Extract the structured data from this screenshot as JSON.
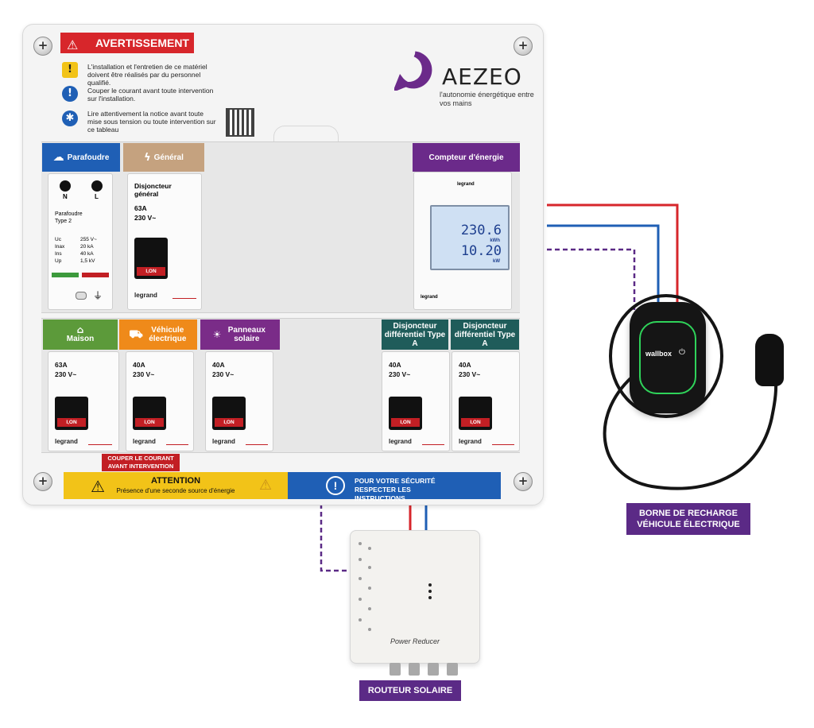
{
  "colors": {
    "red": "#d7262b",
    "blue": "#1f5fb5",
    "purple": "#5b2a86",
    "parafoudre_blue": "#1f5fb5",
    "general_tan": "#c5a27f",
    "compteur_purple": "#6b2a8a",
    "maison_green": "#5c9a3a",
    "vehicule_orange": "#ef8a1a",
    "panneaux_purple": "#7a2c88",
    "differentiel_teal": "#1f5c5a",
    "attention_yellow": "#f2c318",
    "securite_blue": "#1f5fb5"
  },
  "warning": {
    "title": "AVERTISSEMENT",
    "items": [
      {
        "icon": "warning-triangle-icon",
        "text": "L'installation et l'entretien de ce matériel doivent être réalisés par du personnel qualifié."
      },
      {
        "icon": "exclamation-circle-icon",
        "text": "Couper le courant avant toute intervention sur l'installation."
      },
      {
        "icon": "manual-icon",
        "text": "Lire attentivement la notice avant toute mise sous tension ou toute intervention sur ce tableau"
      }
    ]
  },
  "brand": {
    "name": "AEZEO",
    "tagline": "l'autonomie énergétique entre vos mains"
  },
  "top_row": {
    "parafoudre": {
      "label": "Parafoudre",
      "terminal_n": "N",
      "terminal_l": "L",
      "name": "Parafoudre Type 2",
      "specs": [
        {
          "k": "Uc",
          "v": "255 V~"
        },
        {
          "k": "Inax",
          "v": "20 kA"
        },
        {
          "k": "Ins",
          "v": "40 kA"
        },
        {
          "k": "Up",
          "v": "1,5 kV"
        }
      ]
    },
    "general": {
      "label": "Général",
      "name": "Disjoncteur général",
      "rating": "63A",
      "voltage": "230 V~",
      "state": "I,ON",
      "maker": "legrand"
    },
    "compteur": {
      "label": "Compteur d'énergie",
      "maker": "legrand",
      "reading1": "230.6",
      "unit1": "kWh",
      "reading2": "10.20",
      "unit2": "kW"
    }
  },
  "bottom_row": [
    {
      "label": "Maison",
      "rating": "63A",
      "voltage": "230 V~",
      "state": "I,ON",
      "maker": "legrand",
      "icon": "house-icon"
    },
    {
      "label": "Véhicule électrique",
      "rating": "40A",
      "voltage": "230 V~",
      "state": "I,ON",
      "maker": "legrand",
      "icon": "car-icon"
    },
    {
      "label": "Panneaux solaire",
      "rating": "40A",
      "voltage": "230 V~",
      "state": "I,ON",
      "maker": "legrand",
      "icon": "solar-panel-icon"
    },
    {
      "label": "Disjoncteur différentiel Type A",
      "rating": "40A",
      "voltage": "230 V~",
      "state": "I,ON",
      "maker": "legrand",
      "icon": ""
    },
    {
      "label": "Disjoncteur différentiel Type A",
      "rating": "40A",
      "voltage": "230 V~",
      "state": "I,ON",
      "maker": "legrand",
      "icon": ""
    }
  ],
  "cut_notice": "COUPER LE COURANT AVANT INTERVENTION",
  "attention": {
    "title": "ATTENTION",
    "text": "Présence d'une seconde source d'énergie"
  },
  "securite": {
    "text": "POUR VOTRE SÉCURITÉ RESPECTER LES INSTRUCTIONS"
  },
  "charger": {
    "brand": "wallbox",
    "caption": "BORNE DE RECHARGE VÉHICULE ÉLECTRIQUE"
  },
  "router": {
    "brand": "Power Reducer",
    "caption": "ROUTEUR SOLAIRE"
  }
}
